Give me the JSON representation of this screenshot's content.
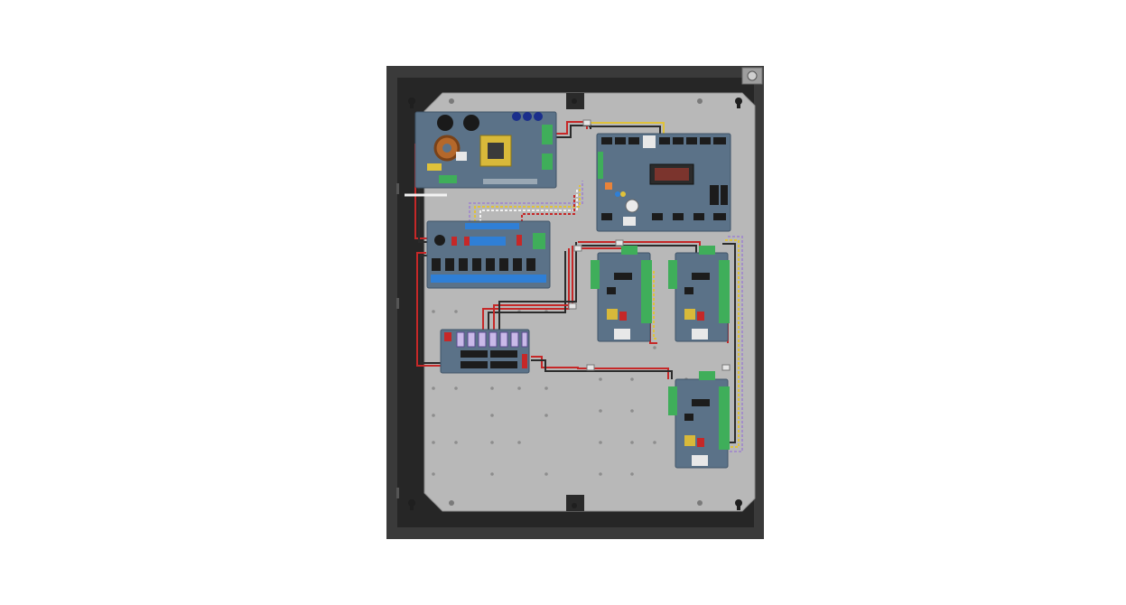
{
  "diagram": {
    "subject": "access-control-enclosure",
    "colors": {
      "background": "#ffffff",
      "enclosure_frame": "#3a3a3a",
      "enclosure_inner": "#2a2a2a",
      "backplate": "#b5b5b5",
      "backplate_edge": "#9a9a9a",
      "board": "#5b7288",
      "board_dark": "#3f5468",
      "terminal_green": "#3fae5a",
      "terminal_blue": "#2f7fd6",
      "relay_black": "#1c1c1c",
      "wire_red": "#c62828",
      "wire_black": "#2b2b2b",
      "wire_white": "#f2f2f2",
      "wire_yellow": "#e0c23a",
      "wire_striped": "#a48fc9"
    },
    "components": [
      {
        "id": "power-supply-board",
        "icon": "power-supply"
      },
      {
        "id": "main-controller-board",
        "icon": "controller"
      },
      {
        "id": "output-relay-board",
        "icon": "relay-board"
      },
      {
        "id": "fuse-distribution-board",
        "icon": "fuse-board"
      },
      {
        "id": "reader-interface-board-1",
        "icon": "interface-board"
      },
      {
        "id": "reader-interface-board-2",
        "icon": "interface-board"
      },
      {
        "id": "reader-interface-board-3",
        "icon": "interface-board"
      },
      {
        "id": "tamper-switch",
        "icon": "tamper-switch"
      }
    ]
  }
}
